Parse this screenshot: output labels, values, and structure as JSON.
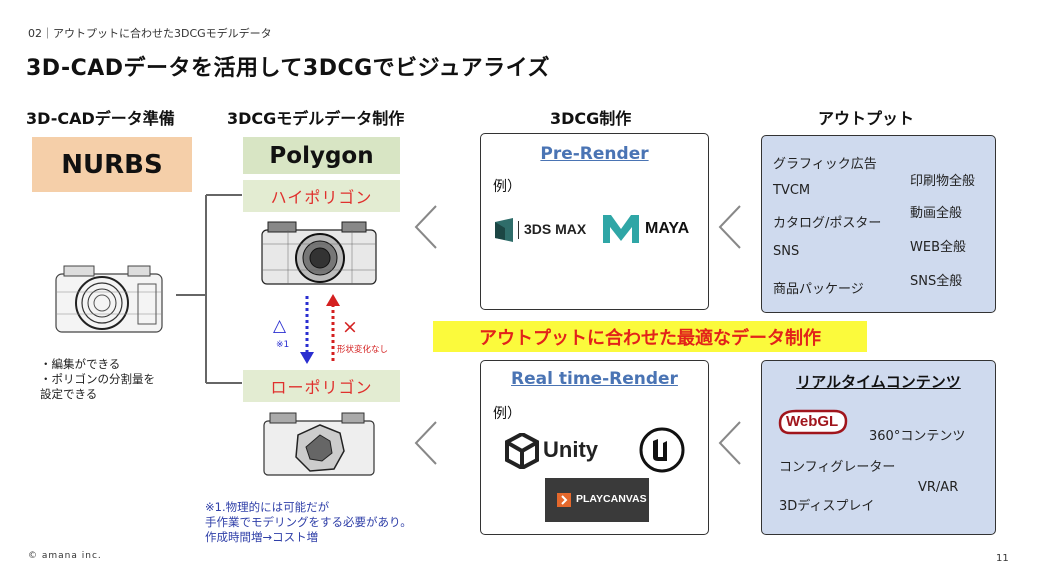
{
  "section_label": "02｜アウトプットに合わせた3DCGモデルデータ",
  "title": "3D-CADデータを活用して3DCGでビジュアライズ",
  "columns": {
    "cad": "3D-CADデータ準備",
    "model": "3DCGモデルデータ制作",
    "cg": "3DCG制作",
    "output": "アウトプット"
  },
  "nurbs": "NURBS",
  "polygon": "Polygon",
  "high_poly": "ハイポリゴン",
  "low_poly": "ローポリゴン",
  "triangle_mark": "△",
  "triangle_note": "※1",
  "cross_mark": "×",
  "cross_note": "形状変化なし",
  "left_notes": [
    "・編集ができる",
    "・ポリゴンの分割量を",
    "設定できる"
  ],
  "blue_notes": [
    "※1.物理的には可能だが",
    "手作業でモデリングをする必要があり。",
    "作成時間増→コスト増"
  ],
  "pre_render": {
    "title": "Pre-Render",
    "example": "例）",
    "logo_3dsmax": "3DS MAX",
    "logo_maya": "MAYA"
  },
  "realtime_render": {
    "title": "Real time-Render",
    "example": "例）",
    "logo_unity": "Unity",
    "logo_playcanvas": "PLAYCANVAS"
  },
  "output_pre": {
    "left": [
      "グラフィック広告",
      "TVCM",
      "カタログ/ポスター",
      "SNS",
      "商品パッケージ"
    ],
    "right": [
      "印刷物全般",
      "動画全般",
      "WEB全般",
      "SNS全般"
    ]
  },
  "output_rt": {
    "title": "リアルタイムコンテンツ",
    "webgl": "WebGL",
    "items": [
      "360°コンテンツ",
      "コンフィグレーター",
      "VR/AR",
      "3Dディスプレイ"
    ]
  },
  "banner": "アウトプットに合わせた最適なデータ制作",
  "footer": "© amana inc.",
  "page_number": "11",
  "colors": {
    "nurbs_bg": "#f5cfa9",
    "polygon_bg": "#d8e5c4",
    "output_bg": "#cfdaee",
    "banner_bg": "#fbfa3c",
    "accent_red": "#e2231a",
    "title_blue": "#4a74b4"
  }
}
